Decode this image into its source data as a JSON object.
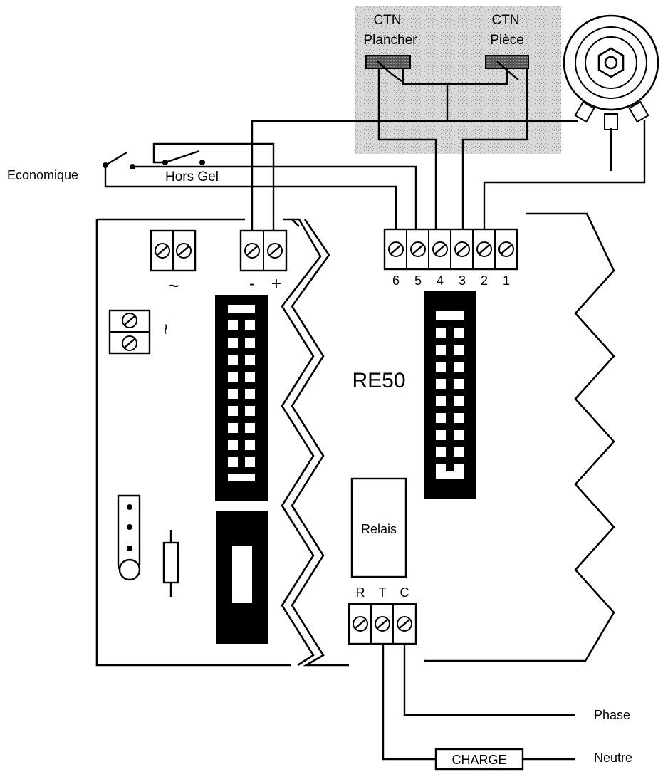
{
  "labels": {
    "ctn_floor_line1": "CTN",
    "ctn_floor_line2": "Plancher",
    "ctn_room_line1": "CTN",
    "ctn_room_line2": "Pièce",
    "economique": "Economique",
    "hors_gel": "Hors Gel",
    "model": "RE50",
    "relay": "Relais",
    "phase": "Phase",
    "neutre": "Neutre",
    "charge": "CHARGE",
    "ac_symbol_1": "~",
    "ac_symbol_2": "~",
    "minus": "-",
    "plus": "+",
    "term_6": "6",
    "term_5": "5",
    "term_4": "4",
    "term_3": "3",
    "term_2": "2",
    "term_1": "1",
    "term_r": "R",
    "term_t": "T",
    "term_c": "C"
  }
}
